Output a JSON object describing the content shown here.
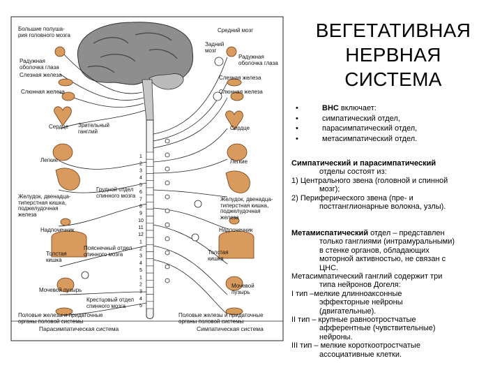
{
  "title_lines": [
    "ВЕГЕТАТИВНАЯ",
    "НЕРВНАЯ",
    "СИСТЕМА"
  ],
  "bullets": {
    "b1_bold": "ВНС",
    "b1_rest": " включает:",
    "b2": "симпатический отдел,",
    "b3": "парасимпатический отдел,",
    "b4": "метасимпатический отдел."
  },
  "para1": {
    "l1": "Симпатический и парасимпатический",
    "l2": "отделы состоят из:",
    "l3": "1) Центрального звена (головной и спинной",
    "l4": "мозг);",
    "l5": "2) Периферического звена (пре- и",
    "l6": "постганглионарные волокна, узлы)."
  },
  "para2": {
    "l1_bold": "Метамиспатический",
    "l1_rest": " отдел – представлен",
    "l2": "только ганглиями (интрамуральными)",
    "l3": "в стенке органов, обладающих",
    "l4": "моторной активностью, не связан с",
    "l5": "ЦНС.",
    "l6": "Метасимпатический ганглий содержит три",
    "l7": "типа нейронов Догеля:",
    "l8": "I тип –мелкие длинноаксонные",
    "l9": "эффекторные нейроны",
    "l10": "(двигательные).",
    "l11": "II тип – крупные равноотростчатые",
    "l12": "афферентные (чувствительные)",
    "l13": "нейроны.",
    "l14": "III тип – мелкие короткоотростчатые",
    "l15": "ассоциативные клетки."
  },
  "diagram": {
    "left": {
      "l1a": "Большие полуша-",
      "l1b": "рия головного мозга",
      "l2a": "Радужная",
      "l2b": "оболочка глаза",
      "l3": "Слезная железа",
      "l4": "Слюнная железа",
      "l5": "Сердце",
      "l6a": "Зрительный",
      "l6b": "ганглий",
      "l7": "Легкие",
      "l8a": "Грудной отдел",
      "l8b": "спинного мозга",
      "l9a": "Желудок, двенадца-",
      "l9b": "типерстная кишка,",
      "l9c": "поджелудочная",
      "l9d": "железа",
      "l10": "Надпочечник",
      "l11a": "Пояснечный отдел",
      "l11b": "спинного мозга",
      "l12a": "Толстая",
      "l12b": "кишка",
      "l13a": "Крестцовый отдел",
      "l13b": "спинного мозга",
      "l14": "Мочевой пузырь",
      "l15a": "Половые железы и придаточные",
      "l15b": "органы половой системы",
      "caption": "Парасимпатическая система"
    },
    "right": {
      "r1": "Средний мозг",
      "r2a": "Задний",
      "r2b": "мозг",
      "r3a": "Радужная",
      "r3b": "оболочка глаза",
      "r4": "Слезная железа",
      "r5": "Слюнная железа",
      "r6": "Сердце",
      "r7": "Легкие",
      "r8a": "Желудок, двенадца-",
      "r8b": "типерстная кишка,",
      "r8c": "поджелудочная",
      "r8d": "железа",
      "r9": "Надпочечник",
      "r10a": "Толстая",
      "r10b": "кишка",
      "r11a": "Мочевой",
      "r11b": "пузырь",
      "r12a": "Половые железы и придаточные",
      "r12b": "органы половой системы",
      "caption": "Симпатическая система"
    },
    "segments": [
      "1",
      "2",
      "3",
      "4",
      "5",
      "6",
      "7",
      "8",
      "9",
      "10",
      "11",
      "12",
      "1",
      "2",
      "3",
      "4",
      "5",
      "1",
      "2",
      "3",
      "4",
      "5"
    ]
  },
  "colors": {
    "text": "#000000",
    "organ": "#d99a5e",
    "brain": "#8e8e8e"
  }
}
